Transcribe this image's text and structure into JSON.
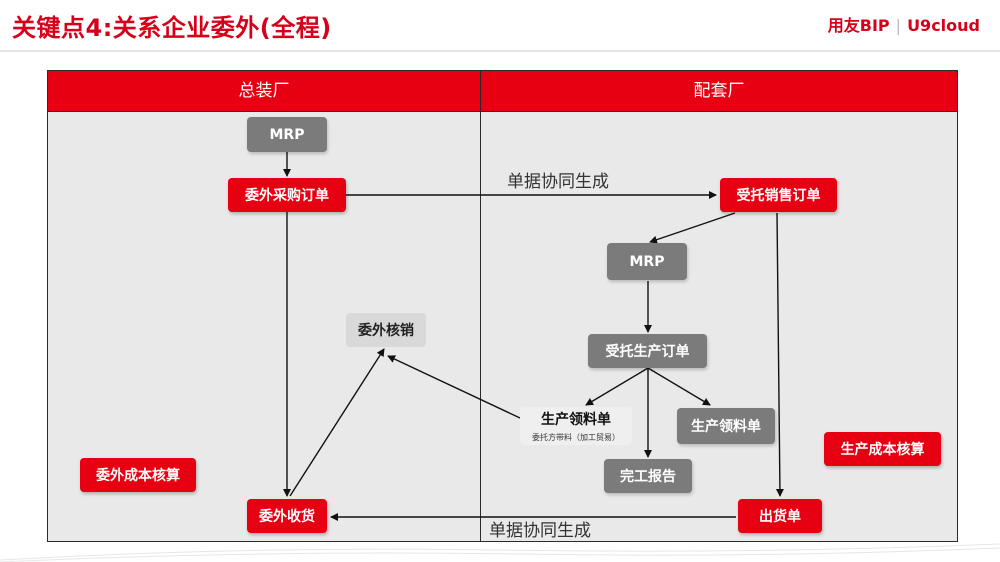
{
  "header": {
    "title": "关键点4:关系企业委外(全程)",
    "brand_left": "用友BIP",
    "brand_right": "U9cloud"
  },
  "columns": {
    "left": "总装厂",
    "right": "配套厂"
  },
  "nodes": {
    "mrp_left": "MRP",
    "outsource_po": "委外采购订单",
    "outsource_writeoff": "委外核销",
    "outsource_cost": "委外成本核算",
    "outsource_receipt": "委外收货",
    "consigned_so": "受托销售订单",
    "mrp_right": "MRP",
    "consigned_mo": "受托生产订单",
    "issue_consigned": "生产领料单",
    "issue_consigned_note": "委托方带料（加工贸易）",
    "issue_own": "生产领料单",
    "completion_report": "完工报告",
    "production_cost": "生产成本核算",
    "shipment": "出货单"
  },
  "labels": {
    "sync_top": "单据协同生成",
    "sync_bottom": "单据协同生成"
  }
}
